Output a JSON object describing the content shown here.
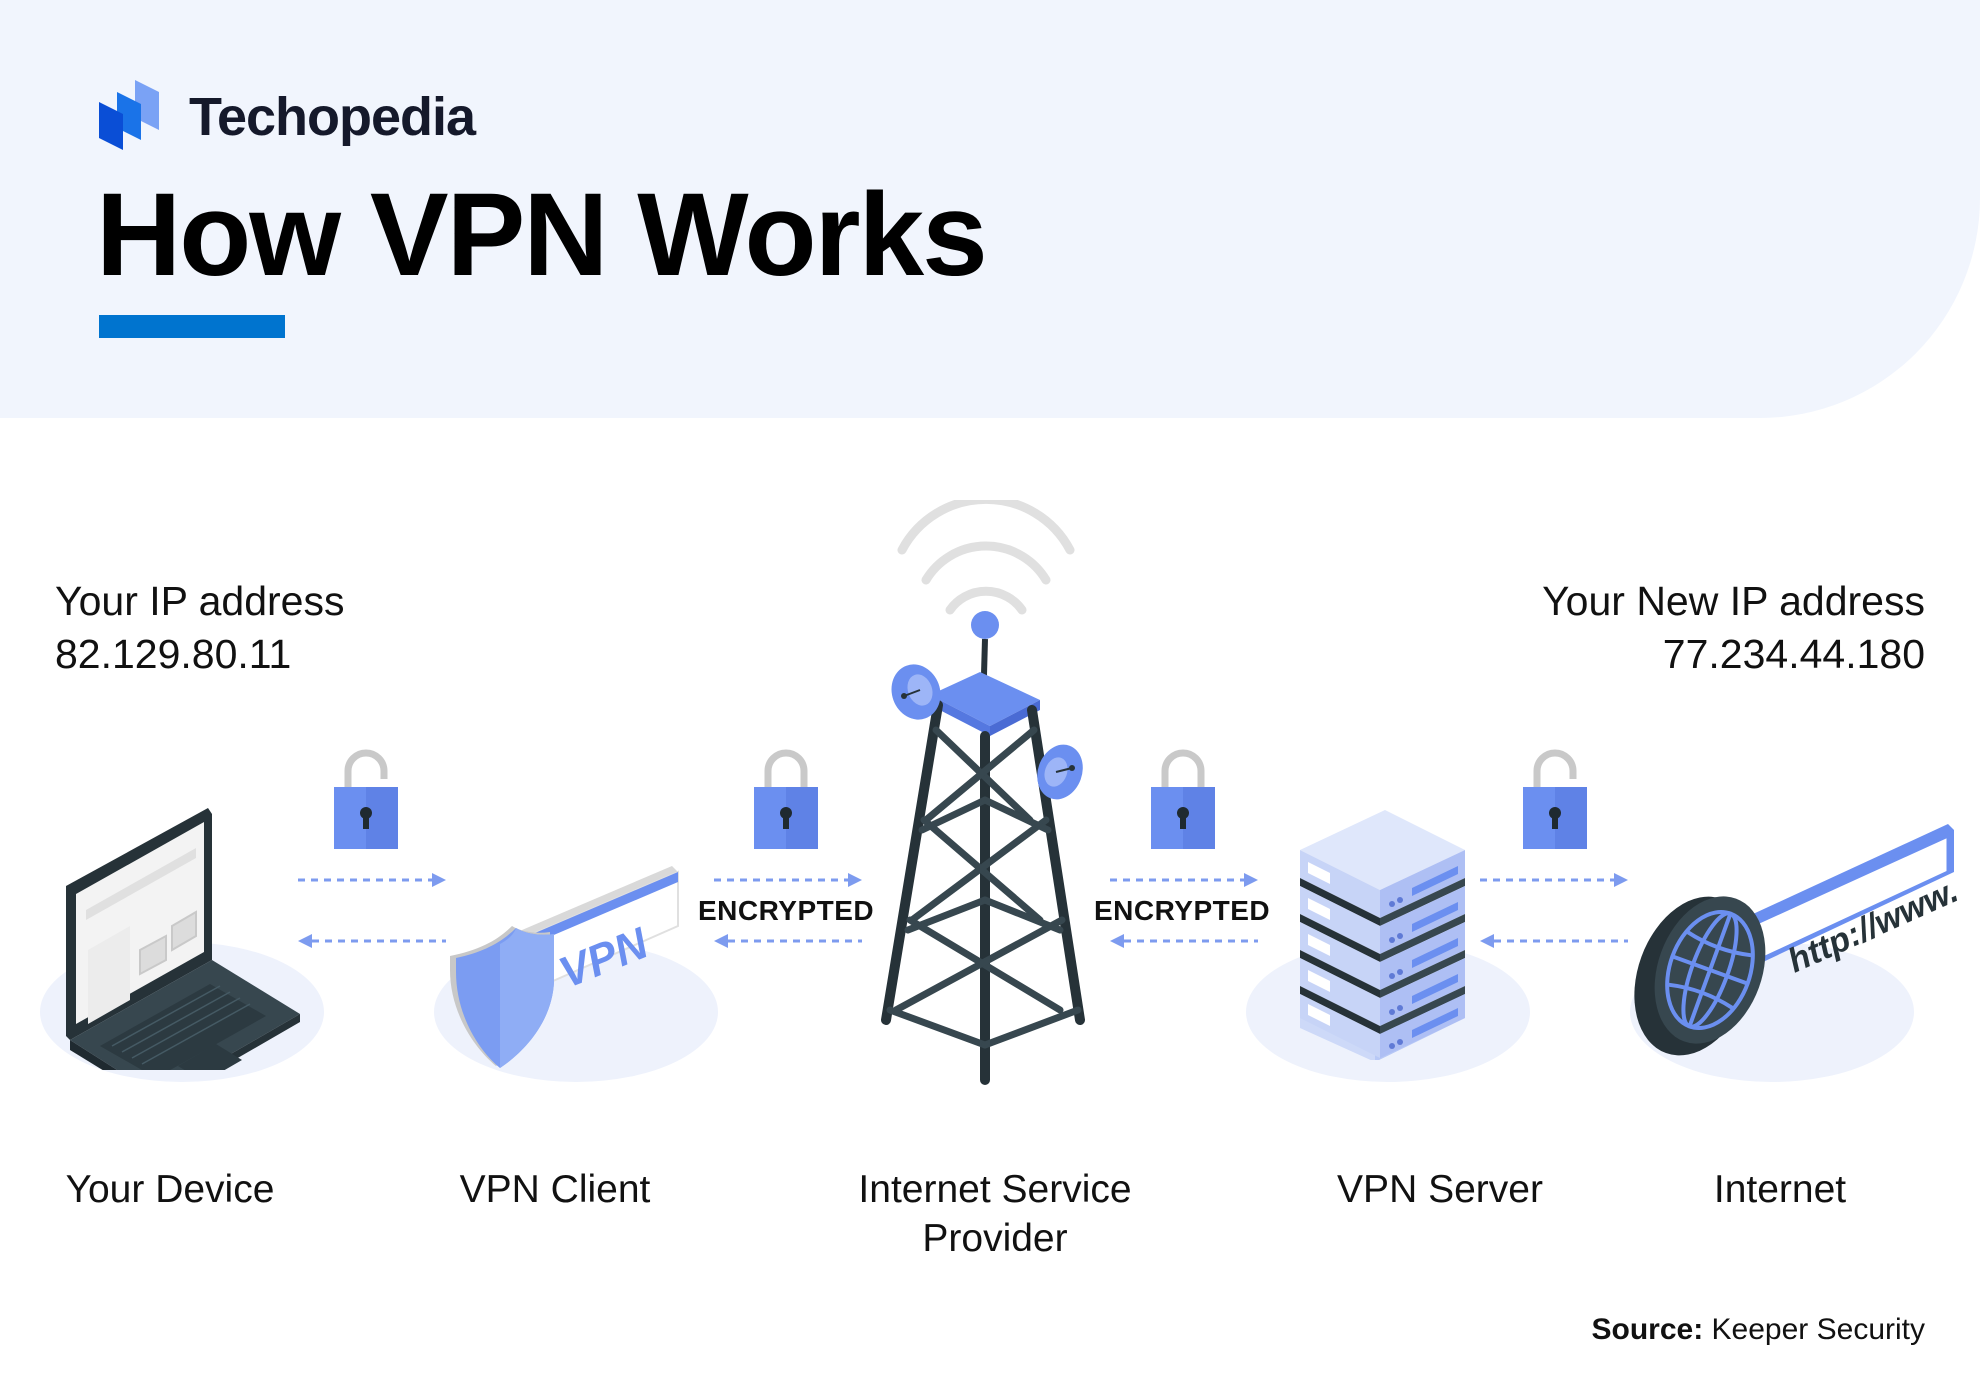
{
  "brand": {
    "name": "Techopedia",
    "logo_icon": "techopedia-logo-icon",
    "colors": {
      "logo_dark": "#0a4ed6",
      "logo_mid": "#1a73e8",
      "logo_light": "#7aa2f5"
    }
  },
  "header": {
    "title": "How VPN Works",
    "underline_color": "#0074cf",
    "background_color": "#f1f5fd"
  },
  "ip": {
    "original": {
      "label": "Your IP address",
      "value": "82.129.80.11"
    },
    "new": {
      "label": "Your New IP address",
      "value": "77.234.44.180"
    }
  },
  "nodes": [
    {
      "id": "device",
      "label": "Your Device",
      "icon": "laptop-icon"
    },
    {
      "id": "vpn-client",
      "label": "VPN Client",
      "icon": "vpn-shield-icon"
    },
    {
      "id": "isp",
      "label_line1": "Internet Service",
      "label_line2": "Provider",
      "icon": "cell-tower-icon"
    },
    {
      "id": "vpn-server",
      "label": "VPN Server",
      "icon": "server-stack-icon"
    },
    {
      "id": "internet",
      "label": "Internet",
      "icon": "globe-url-icon"
    }
  ],
  "links": [
    {
      "from": "device",
      "to": "vpn-client",
      "lock": "open",
      "label": ""
    },
    {
      "from": "vpn-client",
      "to": "isp",
      "lock": "closed",
      "label": "ENCRYPTED"
    },
    {
      "from": "isp",
      "to": "vpn-server",
      "lock": "closed",
      "label": "ENCRYPTED"
    },
    {
      "from": "vpn-server",
      "to": "internet",
      "lock": "open",
      "label": ""
    }
  ],
  "illustration_text": {
    "vpn_badge": "VPN",
    "url_bar": "http://www."
  },
  "colors": {
    "accent_blue": "#6b8ff0",
    "accent_blue_dark": "#5578e0",
    "dark_slate": "#263238",
    "shackle_gray": "#c9c9c9",
    "platform": "#eef2fc",
    "arrow": "#7d9bef"
  },
  "footer": {
    "source_label": "Source:",
    "source_value": "Keeper Security"
  }
}
